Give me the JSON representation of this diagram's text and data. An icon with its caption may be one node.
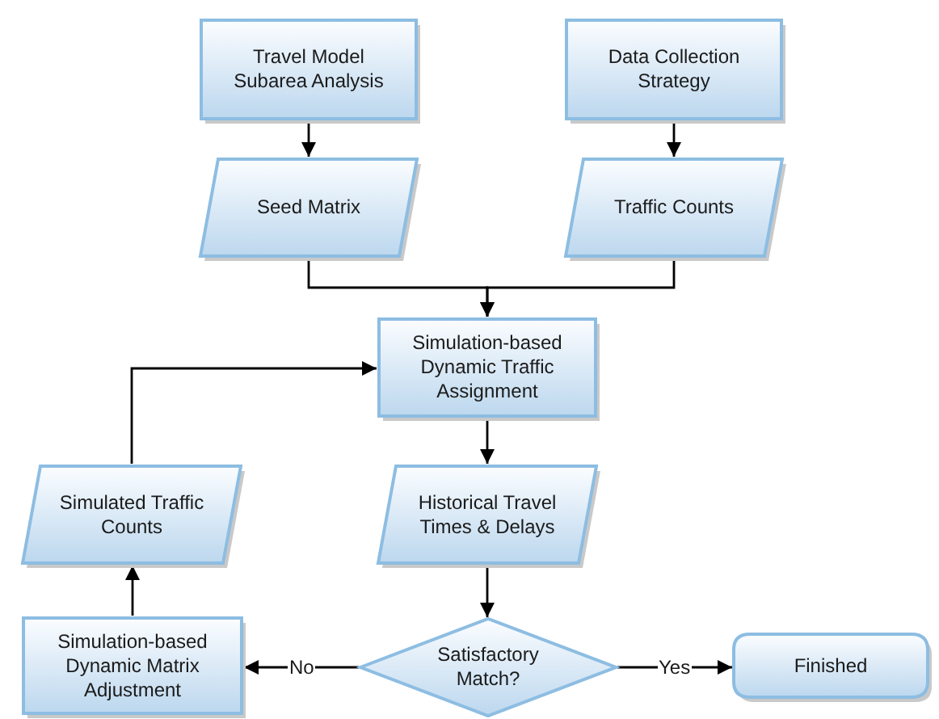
{
  "diagram": {
    "nodes": [
      {
        "text": [
          "Travel Model Subarea Analysis"
        ]
      },
      {
        "text": [
          "Data Collection Strategy"
        ]
      },
      {
        "text": [
          "Seed Matrix"
        ]
      },
      {
        "text": [
          "Traffic Counts"
        ]
      },
      {
        "text": [
          "Simulation-based Dynamic Traffic Assignment"
        ]
      },
      {
        "text": [
          "Historical Travel Times & Delays"
        ]
      },
      {
        "text": [
          "Satisfactory Match?"
        ]
      },
      {
        "text": [
          "Finished"
        ]
      },
      {
        "text": [
          "Simulation-based Dynamic Matrix Adjustment"
        ]
      },
      {
        "text": [
          "Simulated Traffic Counts"
        ]
      }
    ],
    "edges": [
      {
        "from": 0,
        "to": 2,
        "arrow": "to"
      },
      {
        "from": 1,
        "to": 3,
        "arrow": "to"
      },
      {
        "from": 2,
        "to": 4,
        "arrow": "to"
      },
      {
        "from": 3,
        "to": 4,
        "arrow": "to"
      },
      {
        "from": 4,
        "to": 5,
        "arrow": "to"
      },
      {
        "from": 5,
        "to": 6,
        "arrow": "to"
      },
      {
        "from": 6,
        "to": 8,
        "arrow": "to",
        "label": "No"
      },
      {
        "from": 6,
        "to": 7,
        "arrow": "to",
        "label": "Yes"
      },
      {
        "from": 8,
        "to": 9,
        "arrow": "to"
      },
      {
        "from": 9,
        "to": 4,
        "arrow": "to"
      }
    ]
  }
}
